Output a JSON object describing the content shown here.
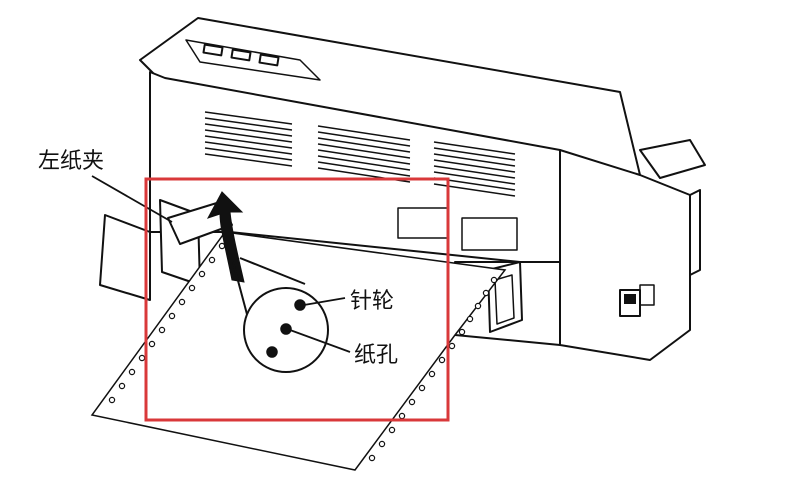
{
  "labels": {
    "left_paper_clamp": "左纸夹",
    "pin_wheel": "针轮",
    "paper_hole": "纸孔"
  },
  "colors": {
    "line": "#111111",
    "highlight_box": "#d9383a",
    "background": "#ffffff",
    "paper": "#ffffff"
  },
  "icons": {
    "feed_direction": "curved-arrow-icon"
  }
}
